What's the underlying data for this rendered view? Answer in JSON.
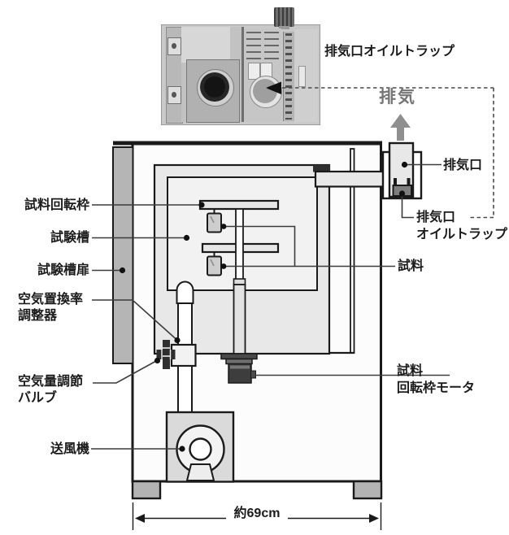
{
  "figure": {
    "photo_label": "排気口オイルトラップ",
    "exhaust_word": "排気",
    "right_labels": {
      "exhaust_port": "排気口",
      "oil_trap": "排気口\nオイルトラップ",
      "sample": "試料",
      "sample_motor": "試料\n回転枠モータ"
    },
    "left_labels": {
      "sample_frame": "試料回転枠",
      "test_chamber": "試験槽",
      "chamber_door": "試験槽扉",
      "air_replacement_adjuster": "空気置換率\n調整器",
      "air_volume_valve": "空気量調節\nバルブ",
      "blower": "送風機"
    },
    "dimension": "約69cm",
    "colors": {
      "outline": "#1a1a1a",
      "chamber_fill": "#e8e8e8",
      "door_fill": "#b5b5b5",
      "oil_trap_fill": "#7e7e7e",
      "exhaust_arrow": "#8f8f8f",
      "motor_fill": "#3d3d3d"
    }
  }
}
